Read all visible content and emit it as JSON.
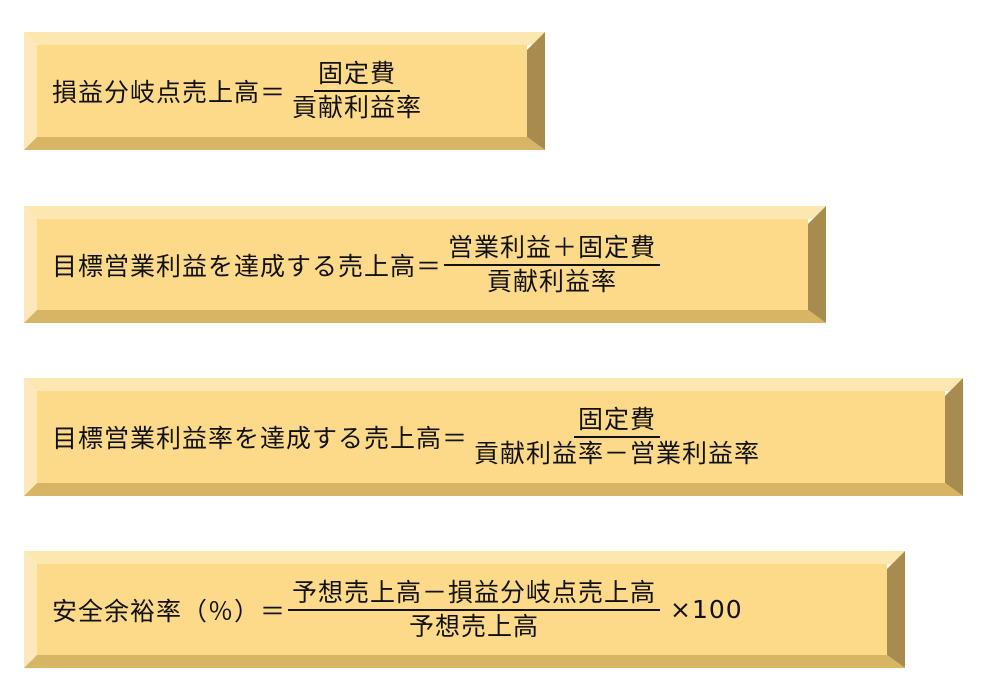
{
  "colors": {
    "face": "#FDD98A",
    "bevel_top": "#FCE7B0",
    "bevel_left": "#FDE8BC",
    "bevel_right": "#A88B4E",
    "bevel_bottom": "#D8B565",
    "text": "#111111"
  },
  "formulas": [
    {
      "lhs": "損益分岐点売上高＝",
      "numerator": "固定費",
      "denominator": "貢献利益率"
    },
    {
      "lhs": "目標営業利益を達成する売上高＝",
      "numerator": "営業利益＋固定費",
      "denominator": "貢献利益率"
    },
    {
      "lhs": "目標営業利益率を達成する売上高＝",
      "numerator": "固定費",
      "denominator": "貢献利益率－営業利益率"
    },
    {
      "lhs": "安全余裕率（％）＝",
      "numerator": "予想売上高－損益分岐点売上高",
      "denominator": "予想売上高",
      "multiplier": "×100"
    }
  ]
}
